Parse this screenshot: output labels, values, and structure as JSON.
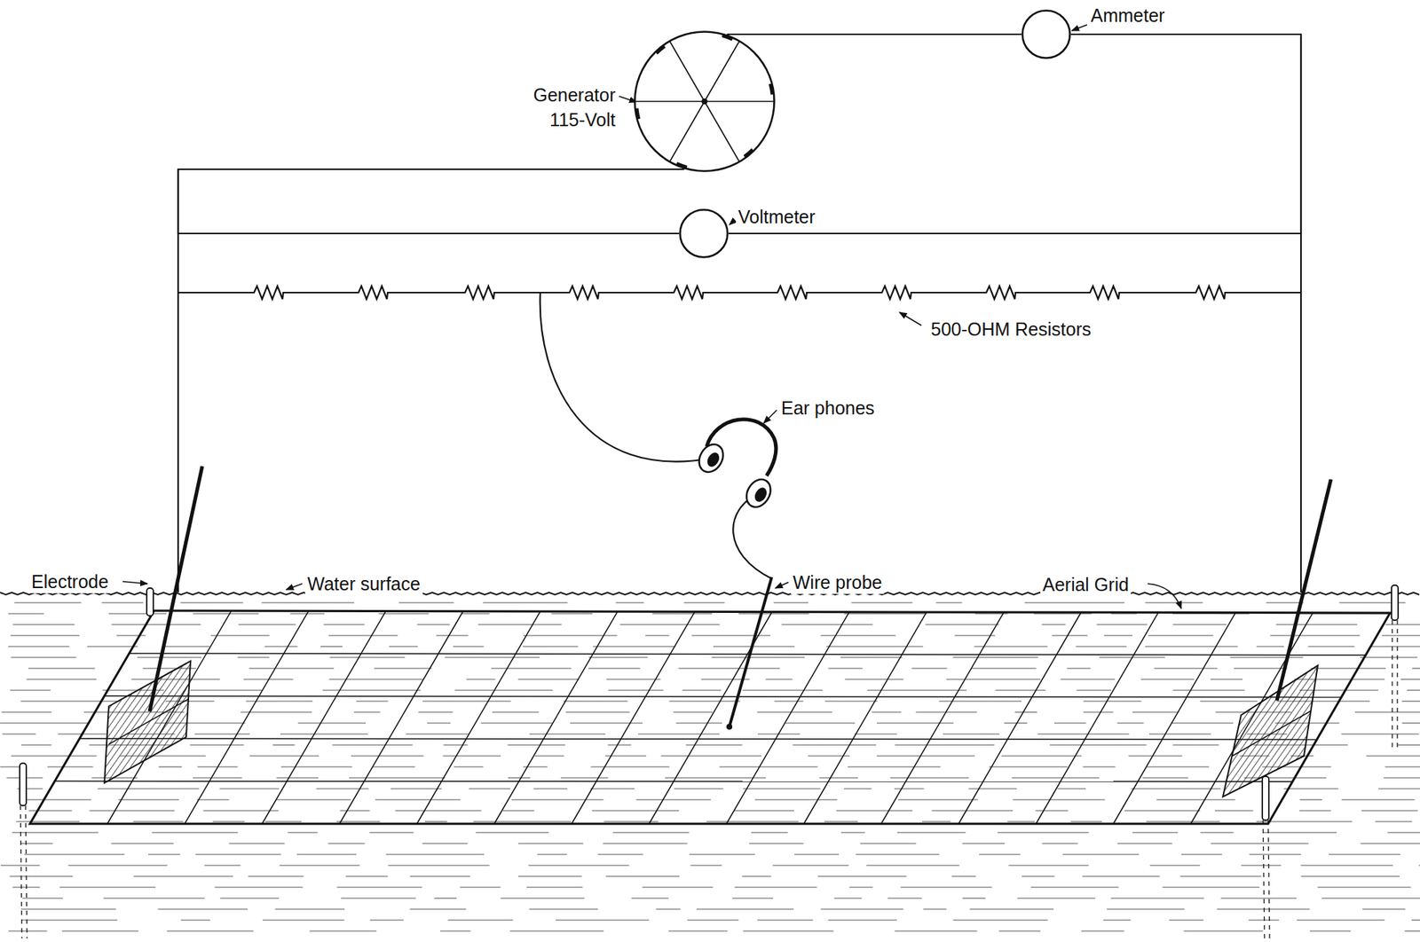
{
  "diagram": {
    "nodes": [
      {
        "text": [
          "Generator 115-Volt"
        ]
      },
      {
        "text": [
          "Ammeter"
        ]
      },
      {
        "text": [
          "Voltmeter"
        ]
      }
    ],
    "edges": [
      {
        "from": 0,
        "to": 1,
        "arrow": "none"
      },
      {
        "from": 1,
        "to": 2,
        "arrow": "none"
      },
      {
        "from": 0,
        "to": 2,
        "arrow": "none"
      }
    ],
    "labels": [
      "Ear phones",
      "500-OHM Resistors",
      "Electrode",
      "Water surface",
      "Wire probe",
      "Aerial Grid"
    ]
  }
}
